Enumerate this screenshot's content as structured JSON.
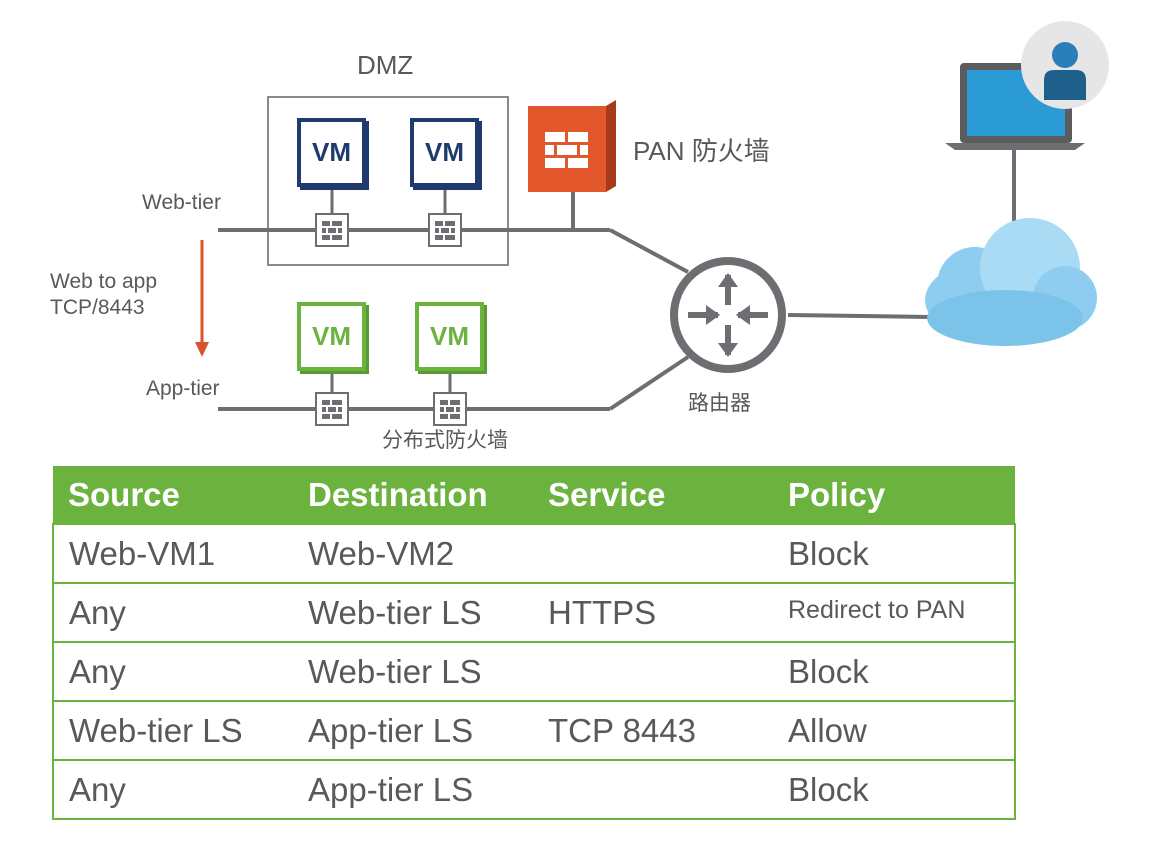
{
  "zones": {
    "dmz_label": "DMZ",
    "web_tier_label": "Web-tier",
    "app_tier_label": "App-tier"
  },
  "flow": {
    "line1": "Web to app",
    "line2": "TCP/8443"
  },
  "devices": {
    "vm_label": "VM",
    "pan_label": "PAN 防火墙",
    "router_label": "路由器",
    "dfw_label": "分布式防火墙"
  },
  "colors": {
    "accent_green": "#6bb33e",
    "vm_blue": "#1f3b6e",
    "pan_orange": "#e2572b",
    "arrow_orange": "#d9532b",
    "cloud_blue": "#8ecdf0",
    "line_gray": "#6d6e71"
  },
  "icons": [
    "vm-icon",
    "firewall-icon",
    "router-icon",
    "cloud-icon",
    "laptop-icon",
    "user-icon",
    "dfw-icon"
  ],
  "policy_table": {
    "headers": [
      "Source",
      "Destination",
      "Service",
      "Policy"
    ],
    "rows": [
      [
        "Web-VM1",
        "Web-VM2",
        "",
        "Block"
      ],
      [
        "Any",
        "Web-tier LS",
        "HTTPS",
        "Redirect to PAN"
      ],
      [
        "Any",
        "Web-tier LS",
        "",
        "Block"
      ],
      [
        "Web-tier LS",
        "App-tier LS",
        "TCP 8443",
        "Allow"
      ],
      [
        "Any",
        "App-tier LS",
        "",
        "Block"
      ]
    ]
  }
}
